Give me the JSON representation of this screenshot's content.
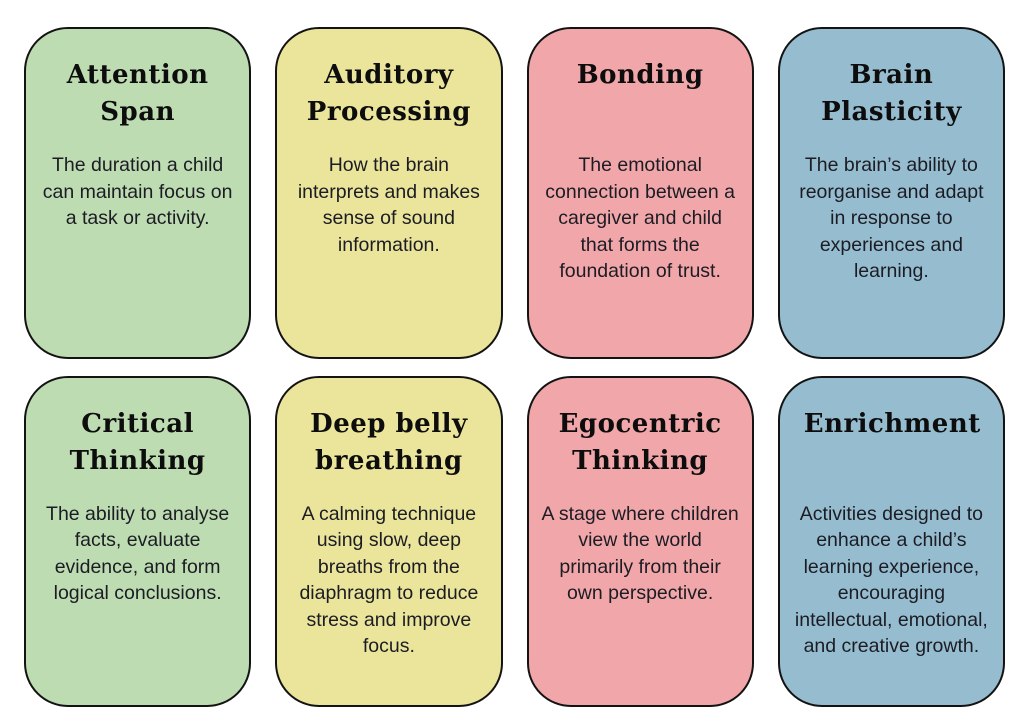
{
  "page": {
    "background": "#ffffff",
    "border_color": "#131313",
    "title_color": "#0d0d0d",
    "text_color": "#1c1c24"
  },
  "palette": {
    "green": "#bedcb2",
    "yellow": "#eae59b",
    "pink": "#f1a7a9",
    "blue": "#96bdcf"
  },
  "cards": [
    {
      "title": "Attention Span",
      "description": "The duration a child can maintain focus on a task or activity.",
      "bg": "#bedcb2"
    },
    {
      "title": "Auditory Processing",
      "description": "How the brain interprets and makes sense of sound information.",
      "bg": "#eae59b"
    },
    {
      "title": "Bonding",
      "description": "The emotional connection between a caregiver and child that forms the foundation of trust.",
      "bg": "#f1a7a9"
    },
    {
      "title": "Brain Plasticity",
      "description": "The brain’s ability to reorganise and adapt in response to experiences and learning.",
      "bg": "#96bdcf"
    },
    {
      "title": "Critical Thinking",
      "description": "The ability to analyse facts, evaluate evidence, and form logical conclusions.",
      "bg": "#bedcb2"
    },
    {
      "title": "Deep belly breathing",
      "description": "A calming technique using slow, deep breaths from the diaphragm to reduce stress and improve focus.",
      "bg": "#eae59b"
    },
    {
      "title": "Egocentric Thinking",
      "description": "A stage where children view the world primarily from their own perspective.",
      "bg": "#f1a7a9"
    },
    {
      "title": "Enrichment",
      "description": "Activities designed to enhance a child’s learning experience, encouraging intellectual, emotional, and creative growth.",
      "bg": "#96bdcf"
    }
  ]
}
